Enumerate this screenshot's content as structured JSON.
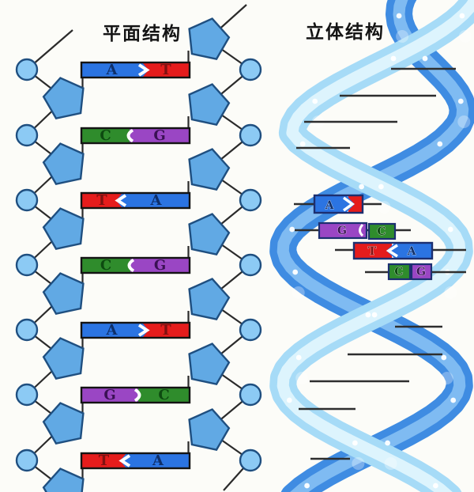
{
  "titles": {
    "left": "平面结构",
    "right": "立体结构"
  },
  "ladder": {
    "pairs": [
      {
        "left": "A",
        "right": "T"
      },
      {
        "left": "C",
        "right": "G"
      },
      {
        "left": "T",
        "right": "A"
      },
      {
        "left": "C",
        "right": "G"
      },
      {
        "left": "A",
        "right": "T"
      },
      {
        "left": "G",
        "right": "C"
      },
      {
        "left": "T",
        "right": "A"
      }
    ]
  },
  "helix": {
    "pairs": [
      {
        "left": "A",
        "right": "T"
      },
      {
        "left": "G",
        "right": "C"
      },
      {
        "left": "T",
        "right": "A"
      },
      {
        "left": "C",
        "right": "G"
      }
    ],
    "blank_label_lines": 13
  },
  "colors": {
    "background": "#fcfcf8",
    "A_fill": "#2b74e2",
    "T_fill": "#e51c1c",
    "C_fill": "#2f8c2c",
    "G_fill": "#9a46c4",
    "A_text": "#0e2f6b",
    "T_text": "#801111",
    "C_text": "#0d4a10",
    "G_text": "#3a1154",
    "sugar_fill": "#61a9e4",
    "sugar_stroke": "#1f4f80",
    "phosphate_fill": "#8ccaf4",
    "phosphate_stroke": "#1f4f80",
    "backbone_line": "#2b2b2b",
    "bar_border": "#141414",
    "helix_bar_border": "#1c2f70",
    "ribbon_dark": "#3f8ce2",
    "ribbon_dark_hi": "#7fbbf2",
    "ribbon_light": "#a6dbf7",
    "ribbon_light_hi": "#ddf4fd",
    "blank_line": "#2e2e2e",
    "junction_mark": "#ffffff"
  }
}
